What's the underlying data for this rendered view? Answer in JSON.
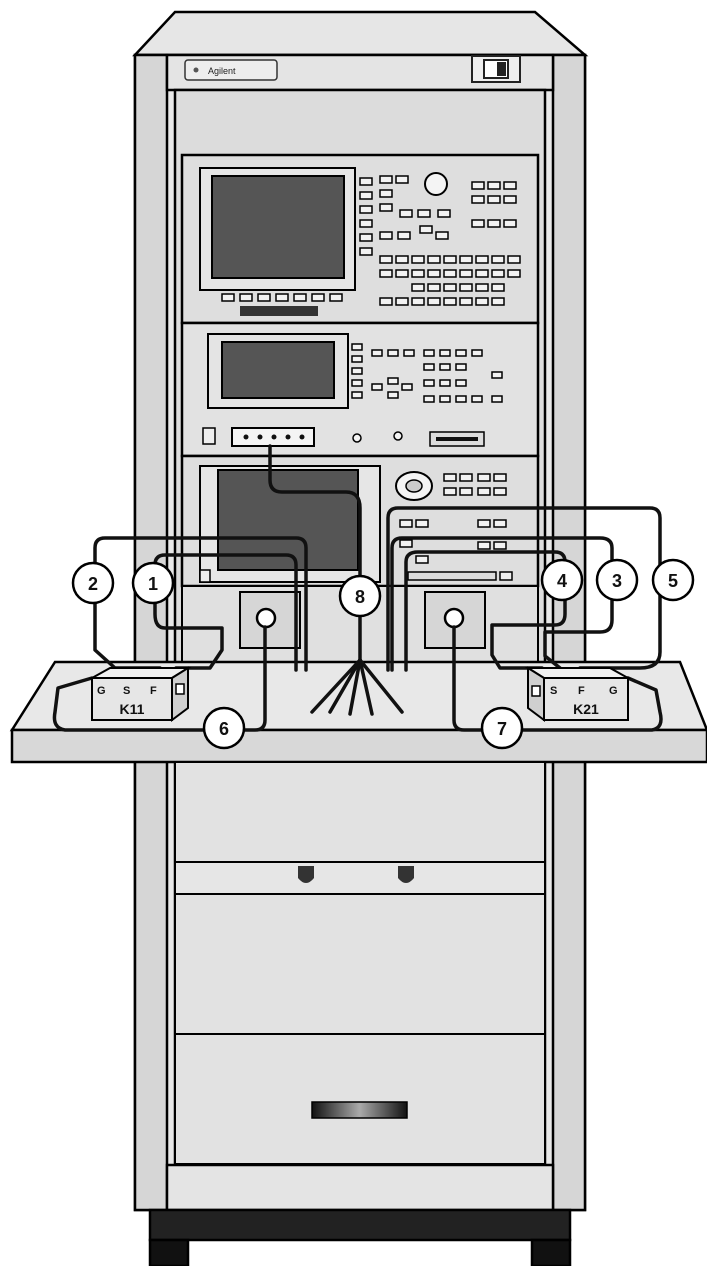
{
  "rack": {
    "brand_label": "Agilent"
  },
  "fixtures": {
    "left": {
      "name": "K11",
      "pins": [
        "G",
        "S",
        "F"
      ]
    },
    "right": {
      "name": "K21",
      "pins": [
        "S",
        "F",
        "G"
      ]
    }
  },
  "callouts": [
    "1",
    "2",
    "3",
    "4",
    "5",
    "6",
    "7",
    "8"
  ]
}
